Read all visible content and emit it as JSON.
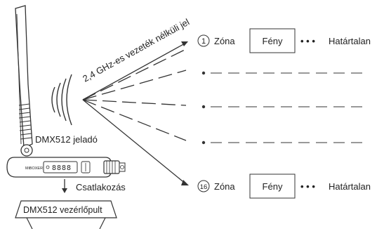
{
  "transmitter": {
    "label": "DMX512 jeladó",
    "display": "8888",
    "brand": "MiBOXER"
  },
  "connection_label": "Csatlakozás",
  "console_label": "DMX512 vezérlőpult",
  "signal_label": "2,4 GHz-es vezeték nélküli jel",
  "zones": [
    {
      "number": "1",
      "zone_label": "Zóna",
      "light_label": "Fény",
      "dots": "• • •",
      "unlimited_label": "Határtalan"
    },
    {
      "number": "16",
      "zone_label": "Zóna",
      "light_label": "Fény",
      "dots": "• • •",
      "unlimited_label": "Határtalan"
    }
  ],
  "colors": {
    "line": "#333333",
    "fill": "#ffffff"
  }
}
